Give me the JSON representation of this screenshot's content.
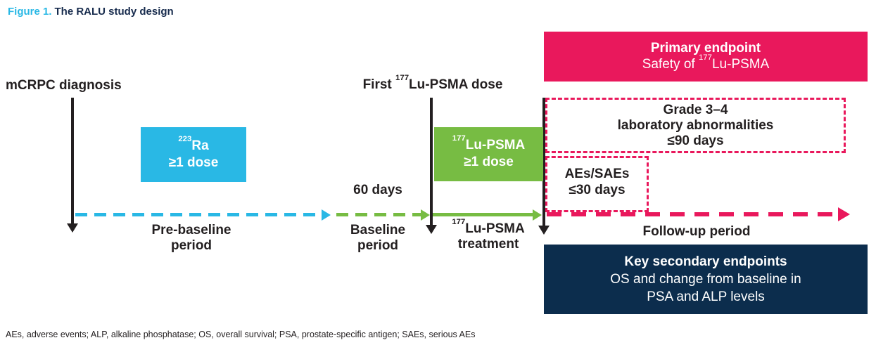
{
  "title": {
    "figure_label": "Figure 1.",
    "text": "The RALU study design"
  },
  "labels": {
    "mcrpc": "mCRPC diagnosis",
    "first_dose": {
      "prefix": "First ",
      "sup": "177",
      "rest": "Lu-PSMA dose"
    },
    "pre_baseline_line1": "Pre-baseline",
    "pre_baseline_line2": "period",
    "sixty_days": "60 days",
    "baseline_line1": "Baseline",
    "baseline_line2": "period",
    "treatment_sup": "177",
    "treatment_line1": "Lu-PSMA",
    "treatment_line2": "treatment",
    "follow_up": "Follow-up period"
  },
  "boxes": {
    "ra": {
      "sup": "223",
      "name": "Ra",
      "dose": "≥1 dose"
    },
    "lu": {
      "sup": "177",
      "name": "Lu-PSMA",
      "dose": "≥1 dose"
    },
    "primary": {
      "title": "Primary endpoint",
      "sub_prefix": "Safety of ",
      "sub_sup": "177",
      "sub_rest": "Lu-PSMA"
    },
    "grade": {
      "line1": "Grade 3–4",
      "line2": "laboratory abnormalities",
      "line3": "≤90 days"
    },
    "aes": {
      "line1": "AEs/SAEs",
      "line2": "≤30 days"
    },
    "secondary": {
      "title": "Key secondary endpoints",
      "line2": "OS and change from baseline in",
      "line3": "PSA and ALP levels"
    }
  },
  "footnote": "AEs, adverse events; ALP, alkaline phosphatase; OS, overall survival; PSA, prostate-specific antigen; SAEs, serious AEs",
  "colors": {
    "cyan": "#29B8E5",
    "green": "#77BC43",
    "pink": "#E9185C",
    "navy": "#0C2D4D",
    "title_navy": "#172B4D",
    "text": "#231F20"
  }
}
